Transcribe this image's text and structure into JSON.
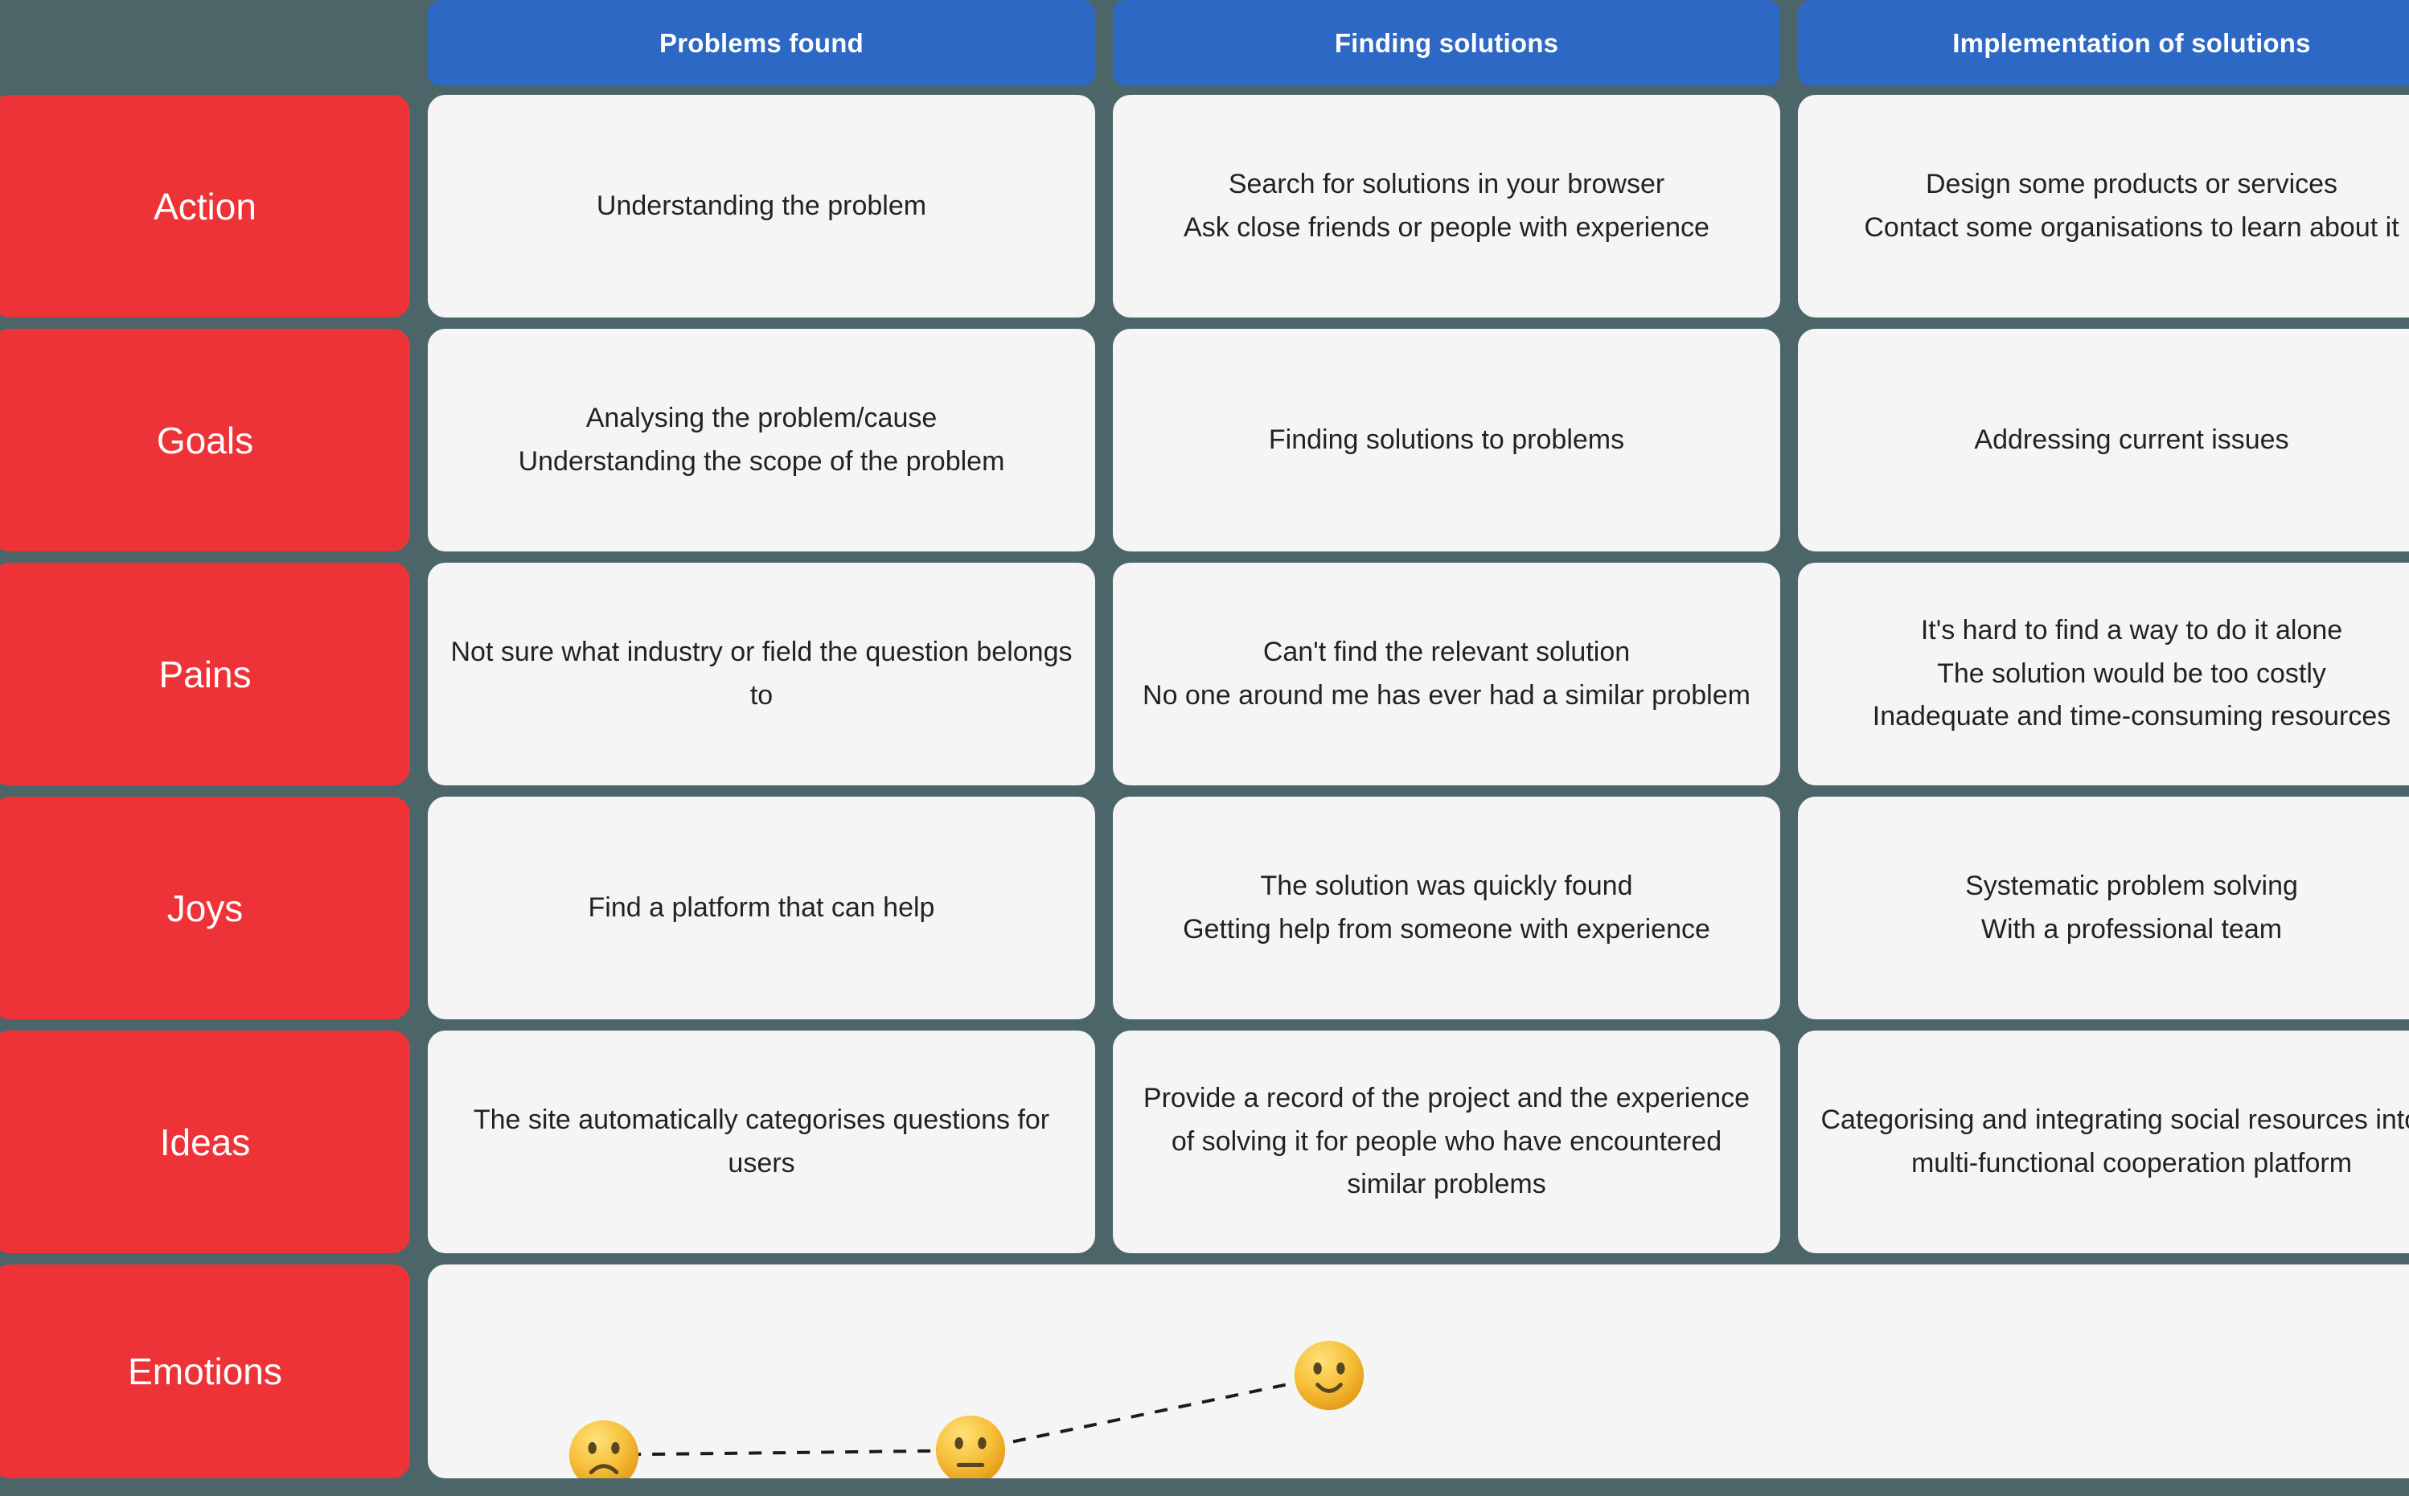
{
  "colors": {
    "background": "#4c6569",
    "header_blue": "#2c68c4",
    "row_label_red": "#ee3338",
    "card_bg": "#f5f5f5",
    "text": "#1f2325",
    "header_text": "#ffffff"
  },
  "columns": [
    {
      "label": "Problems found"
    },
    {
      "label": "Finding solutions"
    },
    {
      "label": "Implementation of solutions"
    }
  ],
  "rows": [
    {
      "label": "Action",
      "cells": [
        "Understanding the problem",
        "Search for solutions in your browser\nAsk close friends or people with experience",
        "Design some products or services\nContact some organisations to learn about it"
      ]
    },
    {
      "label": "Goals",
      "cells": [
        "Analysing the problem/cause\nUnderstanding the scope of the problem",
        "Finding solutions to problems",
        "Addressing current issues"
      ]
    },
    {
      "label": "Pains",
      "cells": [
        "Not sure what industry or field the question belongs to",
        "Can't find the relevant solution\nNo one around me has ever had a similar problem",
        "It's hard to find a way to do it alone\nThe solution would be too costly\nInadequate and time-consuming resources"
      ]
    },
    {
      "label": "Joys",
      "cells": [
        "Find a platform that can help",
        "The solution was quickly found\nGetting help from someone with experience",
        "Systematic problem solving\nWith a professional team"
      ]
    },
    {
      "label": "Ideas",
      "cells": [
        "The site automatically categorises questions for users",
        "Provide a record of the project and the experience of solving it for people who have encountered similar problems",
        "Categorising and integrating social resources into a multi-functional cooperation platform"
      ]
    }
  ],
  "emotions": {
    "label": "Emotions",
    "points": [
      {
        "column": "Problems found",
        "emoji_name": "slightly-frowning-face",
        "x_pct": 8.6,
        "y_pct": 89
      },
      {
        "column": "Finding solutions",
        "emoji_name": "neutral-face",
        "x_pct": 26.5,
        "y_pct": 87
      },
      {
        "column": "Implementation of solutions",
        "emoji_name": "slightly-smiling-face",
        "x_pct": 44.0,
        "y_pct": 52
      }
    ],
    "line_style": "dashed"
  },
  "chart_data": {
    "type": "line",
    "title": "Emotions",
    "categories": [
      "Problems found",
      "Finding solutions",
      "Implementation of solutions"
    ],
    "values": [
      1,
      2,
      3
    ],
    "value_labels": [
      "slightly-frowning-face",
      "neutral-face",
      "slightly-smiling-face"
    ],
    "xlabel": "",
    "ylabel": "",
    "grid": false,
    "legend": "none"
  }
}
